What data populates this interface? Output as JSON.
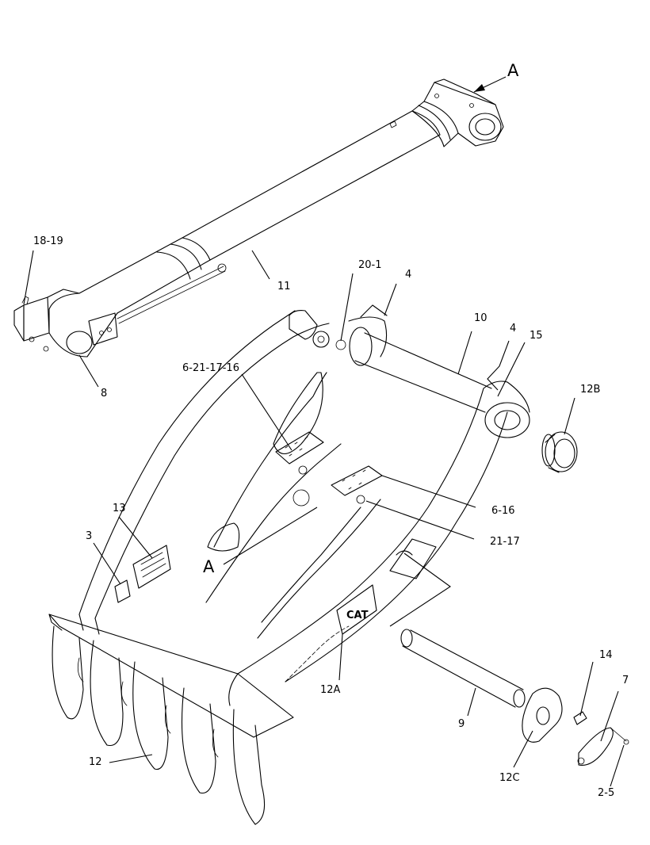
{
  "callouts": {
    "A_top": "A",
    "A_mid": "A",
    "c_18_19": "18-19",
    "c_11": "11",
    "c_8": "8",
    "c_20_1": "20-1",
    "c_4_top": "4",
    "c_10": "10",
    "c_4_right": "4",
    "c_15": "15",
    "c_12B": "12B",
    "c_6_21_17_16": "6-21-17-16",
    "c_6_16": "6-16",
    "c_21_17": "21-17",
    "c_13": "13",
    "c_3": "3",
    "c_12A": "12A",
    "c_14": "14",
    "c_7": "7",
    "c_9": "9",
    "c_12C": "12C",
    "c_12": "12",
    "c_2_5": "2-5"
  }
}
